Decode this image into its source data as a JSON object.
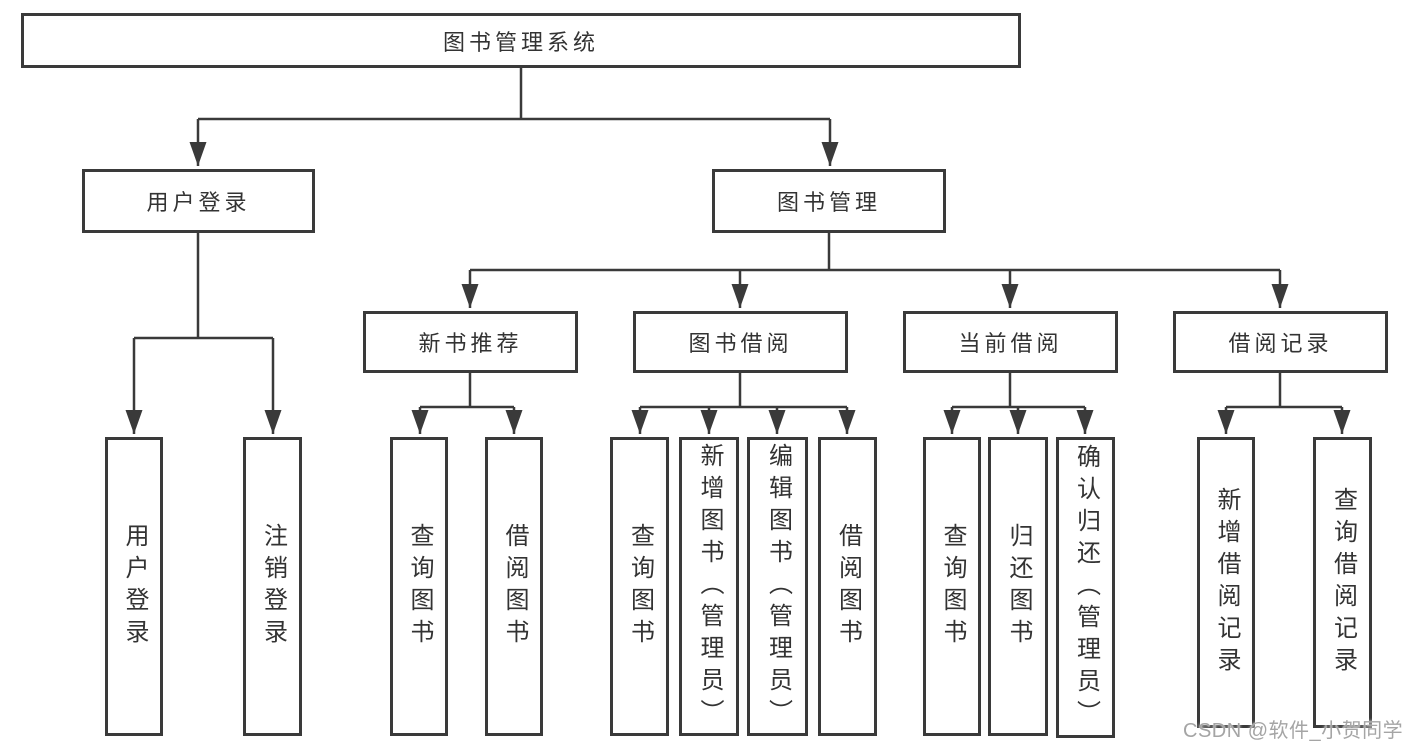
{
  "diagram_title": "图书管理系统",
  "watermark": "CSDN @软件_小贺同学",
  "colors": {
    "line": "#3a3a3a",
    "border": "#3a3a3a",
    "text": "#333333",
    "background": "#ffffff",
    "watermark": "#a5a5a5"
  },
  "nodes": {
    "root": "图书管理系统",
    "user_login": "用户登录",
    "book_management": "图书管理",
    "new_book_recommend": "新书推荐",
    "book_borrow": "图书借阅",
    "current_borrow": "当前借阅",
    "borrow_record": "借阅记录",
    "leaf_user_login": "用户登录",
    "leaf_logout": "注销登录",
    "leaf_recommend_query": "查询图书",
    "leaf_recommend_borrow": "借阅图书",
    "leaf_borrow_query": "查询图书",
    "leaf_borrow_add": "新增图书（管理员）",
    "leaf_borrow_edit": "编辑图书（管理员）",
    "leaf_borrow_borrow": "借阅图书",
    "leaf_current_query": "查询图书",
    "leaf_current_return": "归还图书",
    "leaf_current_confirm": "确认归还（管理员）",
    "leaf_record_add": "新增借阅记录",
    "leaf_record_query": "查询借阅记录"
  },
  "tree": {
    "label": "图书管理系统",
    "children": [
      {
        "label": "用户登录",
        "children": [
          {
            "label": "用户登录"
          },
          {
            "label": "注销登录"
          }
        ]
      },
      {
        "label": "图书管理",
        "children": [
          {
            "label": "新书推荐",
            "children": [
              {
                "label": "查询图书"
              },
              {
                "label": "借阅图书"
              }
            ]
          },
          {
            "label": "图书借阅",
            "children": [
              {
                "label": "查询图书"
              },
              {
                "label": "新增图书（管理员）"
              },
              {
                "label": "编辑图书（管理员）"
              },
              {
                "label": "借阅图书"
              }
            ]
          },
          {
            "label": "当前借阅",
            "children": [
              {
                "label": "查询图书"
              },
              {
                "label": "归还图书"
              },
              {
                "label": "确认归还（管理员）"
              }
            ]
          },
          {
            "label": "借阅记录",
            "children": [
              {
                "label": "新增借阅记录"
              },
              {
                "label": "查询借阅记录"
              }
            ]
          }
        ]
      }
    ]
  }
}
